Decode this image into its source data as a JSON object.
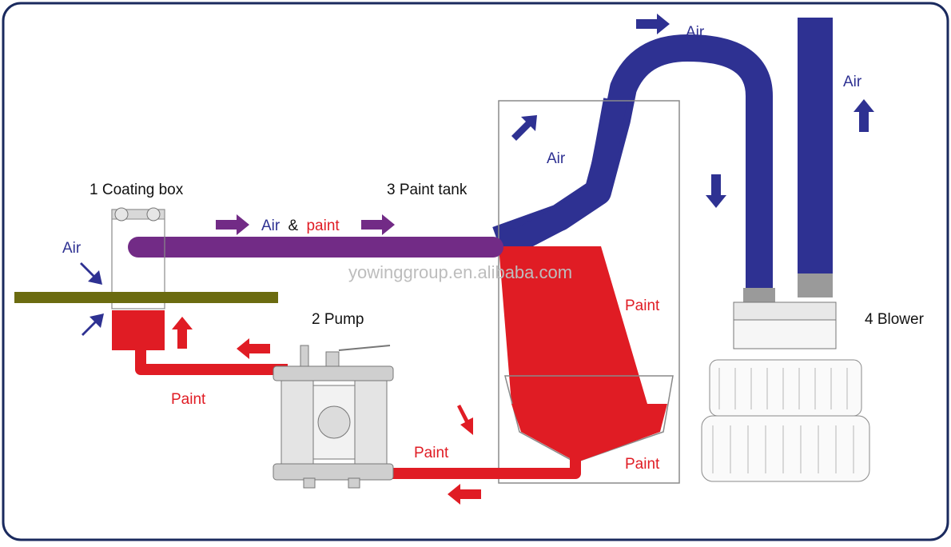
{
  "labels": {
    "coating_box": "1 Coating box",
    "pump": "2 Pump",
    "paint_tank": "3 Paint tank",
    "blower": "4 Blower"
  },
  "flow_labels": {
    "air_top": "Air",
    "air_right": "Air",
    "air_tank": "Air",
    "air_left": "Air",
    "air_and": "Air",
    "ampersand": "&",
    "paint_word": "paint",
    "paint_tank_right": "Paint",
    "paint_tank_bottom": "Paint",
    "paint_return": "Paint",
    "paint_left": "Paint"
  },
  "watermark": "yowinggroup.en.alibaba.com",
  "colors": {
    "air": "#2e3192",
    "paint": "#e01c24",
    "mix": "#722b86",
    "board": "#6b6b10",
    "frame": "#1a2a5e"
  }
}
